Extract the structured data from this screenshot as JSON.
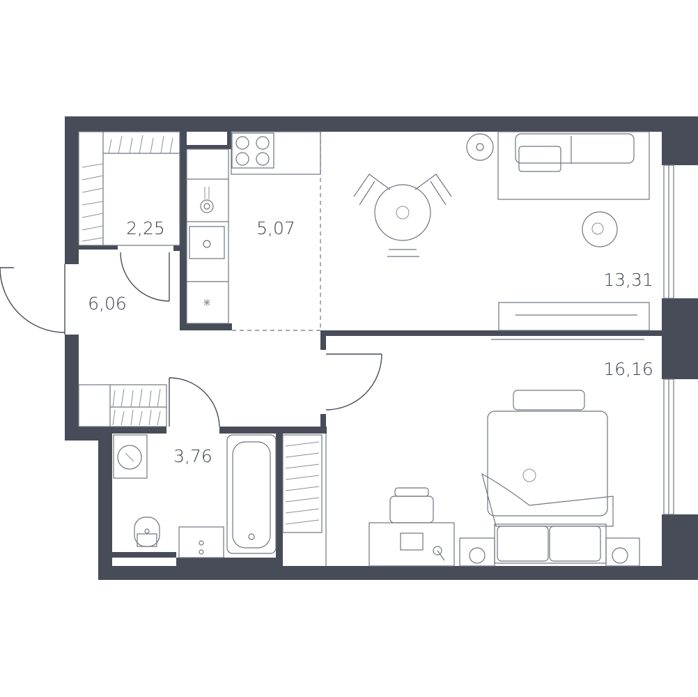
{
  "rooms": {
    "wardrobe": {
      "area": "2,25"
    },
    "kitchen": {
      "area": "5,07"
    },
    "living": {
      "area": "13,31"
    },
    "hallway": {
      "area": "6,06"
    },
    "bedroom": {
      "area": "16,16"
    },
    "bathroom": {
      "area": "3,76"
    }
  },
  "colors": {
    "wall": "#474c58",
    "line": "#6f7480",
    "text": "#3a3f4b",
    "background": "#ffffff"
  }
}
